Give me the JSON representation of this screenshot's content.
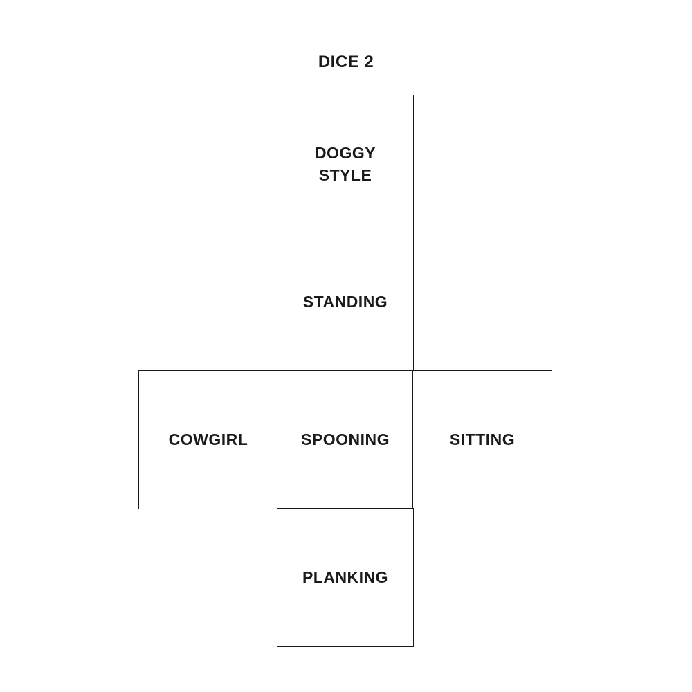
{
  "title": "DICE 2",
  "dice_net": {
    "faces": [
      {
        "id": "doggy-style",
        "label": "DOGGY\nSTYLE",
        "position": "top"
      },
      {
        "id": "standing",
        "label": "STANDING",
        "position": "upper-middle"
      },
      {
        "id": "cowgirl",
        "label": "COWGIRL",
        "position": "middle-left"
      },
      {
        "id": "spooning",
        "label": "SPOONING",
        "position": "center"
      },
      {
        "id": "sitting",
        "label": "SITTING",
        "position": "middle-right"
      },
      {
        "id": "planking",
        "label": "PLANKING",
        "position": "bottom"
      }
    ]
  },
  "colors": {
    "background": "#ffffff",
    "border": "#1a1a1a",
    "text": "#1a1a1a"
  }
}
